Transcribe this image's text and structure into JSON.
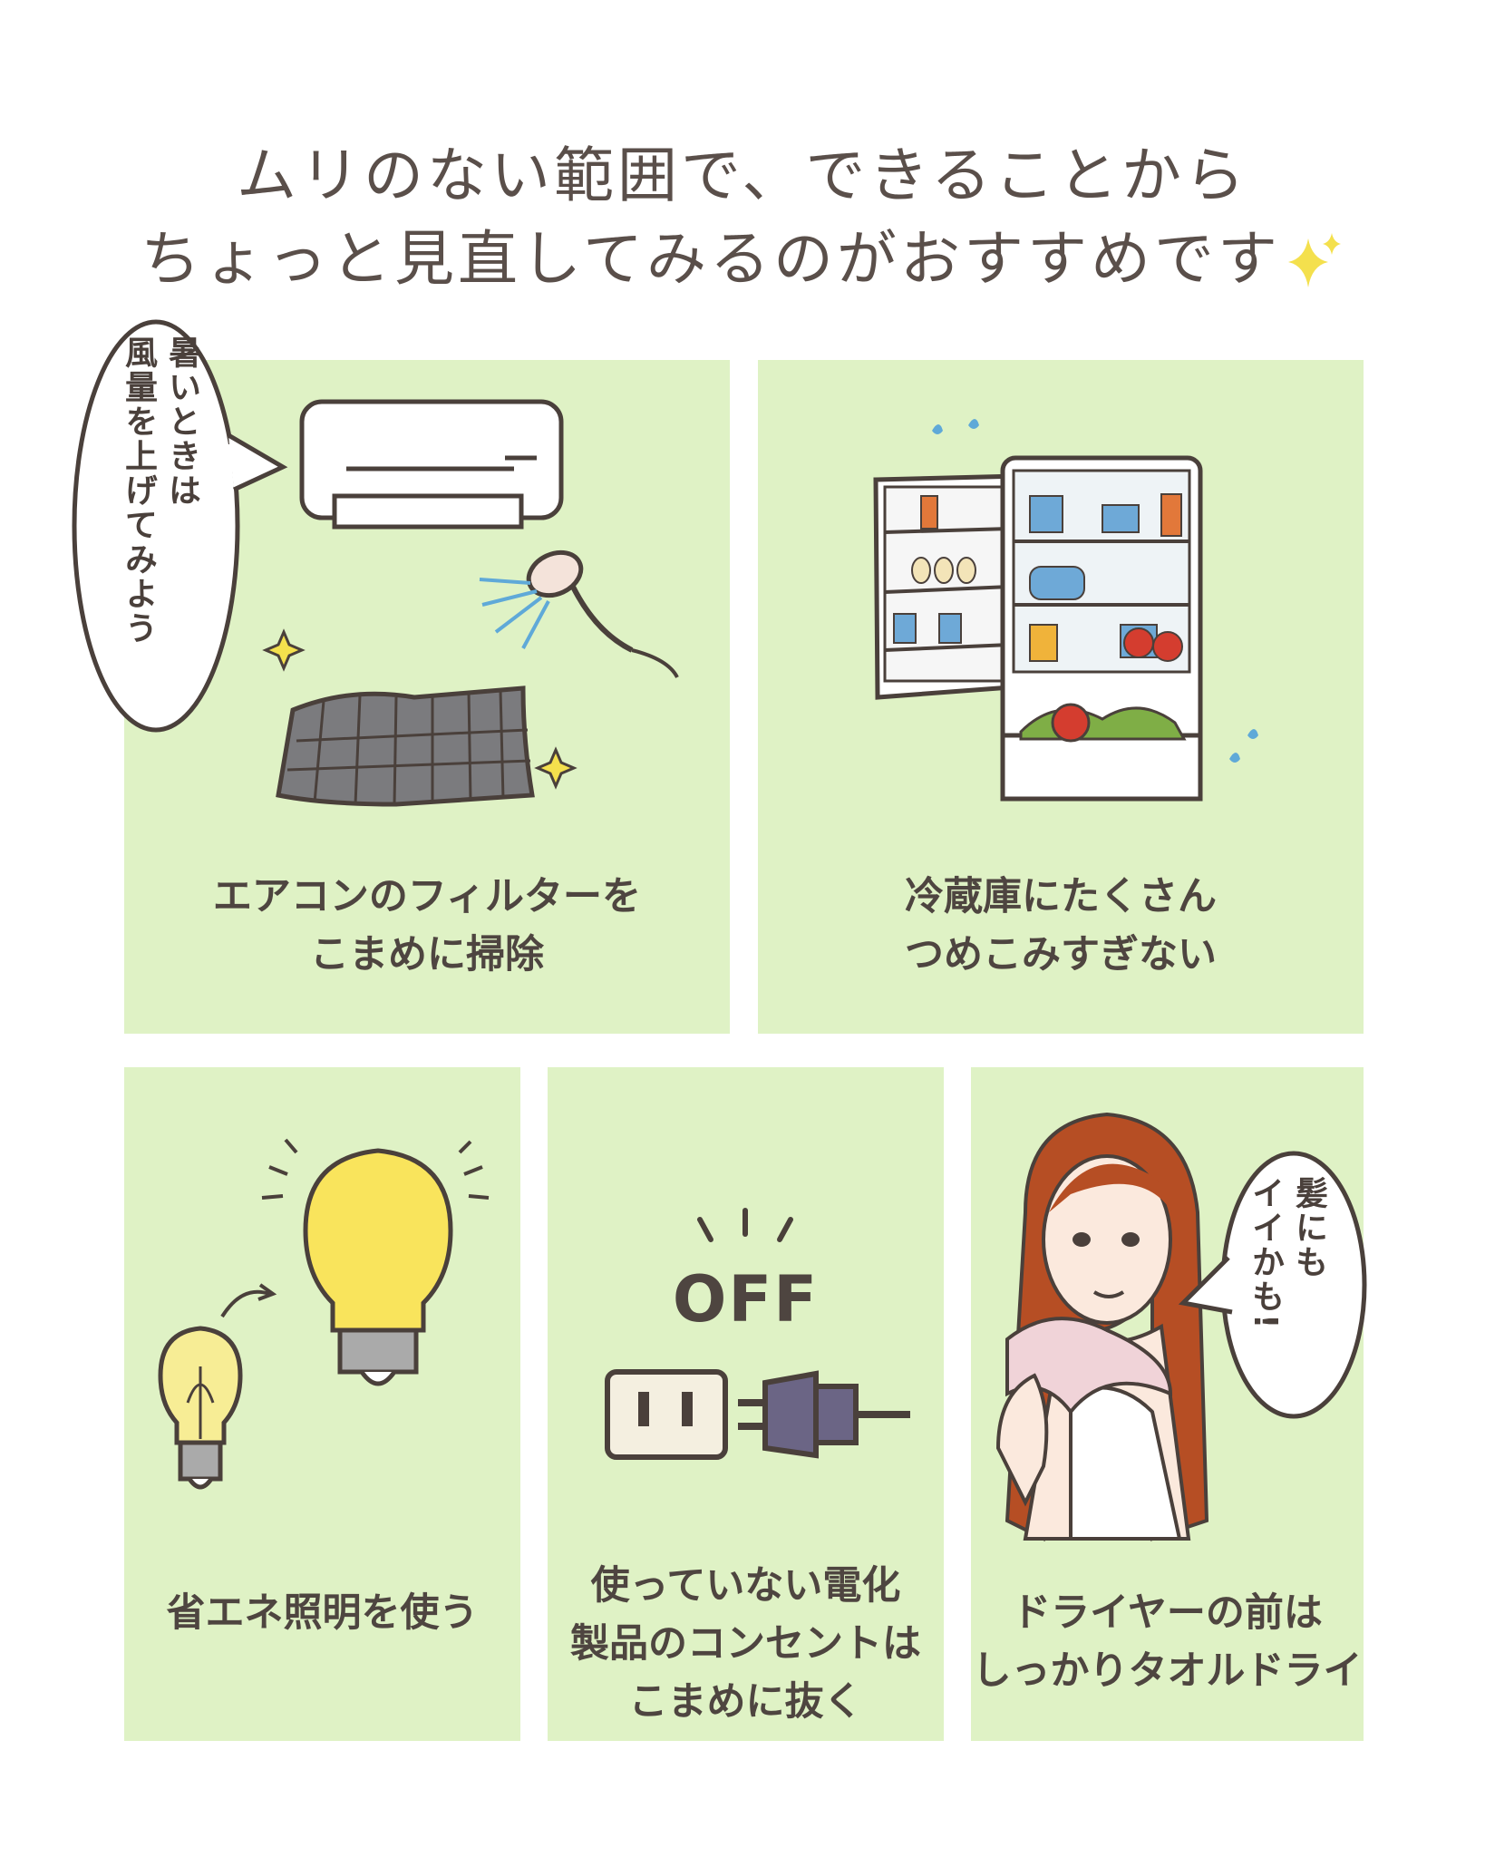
{
  "header": {
    "line1": "ムリのない範囲で、できることから",
    "line2": "ちょっと見直してみるのがおすすめです",
    "sparkle_icon": "sparkles-icon"
  },
  "panels": [
    {
      "id": "aircon",
      "caption_lines": [
        "エアコンのフィルターを",
        "こまめに掃除"
      ],
      "bubble_lines": [
        "暑いときは",
        "風量を上げてみよう"
      ]
    },
    {
      "id": "fridge",
      "caption_lines": [
        "冷蔵庫にたくさん",
        "つめこみすぎない"
      ]
    },
    {
      "id": "light",
      "caption_lines": [
        "省エネ照明を使う"
      ]
    },
    {
      "id": "outlet",
      "caption_lines": [
        "使っていない電化",
        "製品のコンセントは",
        "こまめに抜く"
      ],
      "off_label": "OFF"
    },
    {
      "id": "dryer",
      "caption_lines": [
        "ドライヤーの前は",
        "しっかりタオルドライ"
      ],
      "bubble_lines": [
        "髪にも",
        "イイかも!"
      ]
    }
  ],
  "colors": {
    "panel": "#dff2c5",
    "text": "#5a4f4a",
    "sparkle": "#f4e04d",
    "bulb": "#f9e45c",
    "plug": "#6b6585",
    "hair": "#b64e24"
  }
}
